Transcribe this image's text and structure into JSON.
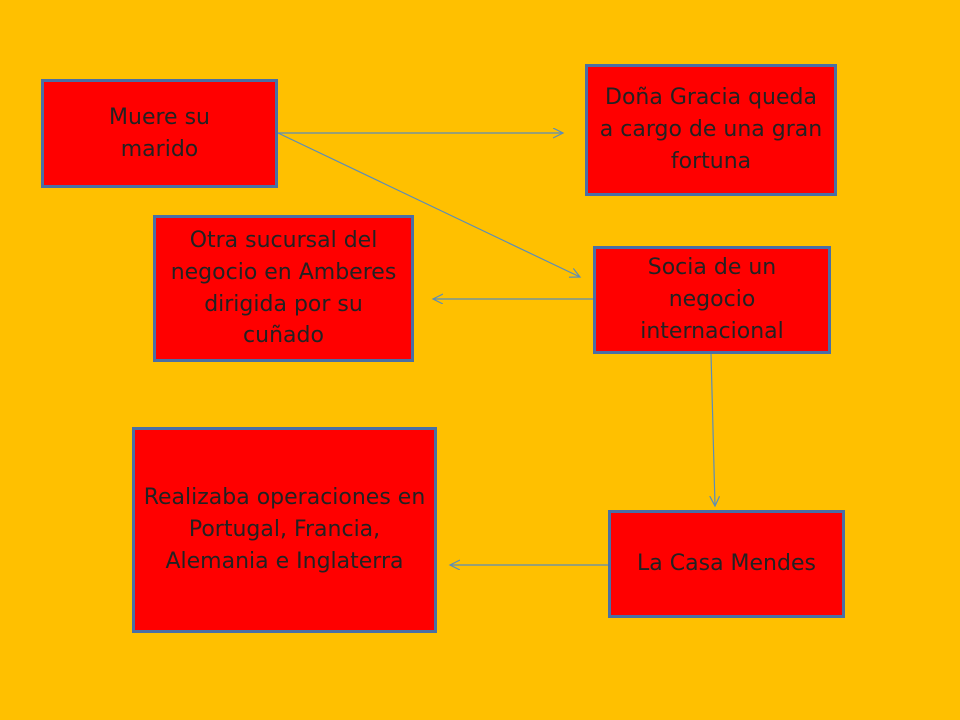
{
  "diagram": {
    "background_color": "#FFC000",
    "box_color": "#FF0000",
    "box_border_color": "#4A6FA5",
    "arrow_color": "#5B8DB8",
    "nodes": [
      {
        "id": "muere",
        "text": "Muere su marido"
      },
      {
        "id": "dona",
        "text": "Doña Gracia queda a cargo de una gran fortuna"
      },
      {
        "id": "otra",
        "text": "Otra sucursal del negocio en Amberes dirigida por su cuñado"
      },
      {
        "id": "socia",
        "text": "Socia de un negocio internacional"
      },
      {
        "id": "realizaba",
        "text": "Realizaba operaciones en Portugal, Francia, Alemania e Inglaterra"
      },
      {
        "id": "casa",
        "text": "La Casa Mendes"
      }
    ],
    "edges": [
      {
        "from": "muere",
        "to": "dona"
      },
      {
        "from": "muere",
        "to": "socia"
      },
      {
        "from": "socia",
        "to": "otra"
      },
      {
        "from": "socia",
        "to": "casa"
      },
      {
        "from": "casa",
        "to": "realizaba"
      }
    ]
  }
}
